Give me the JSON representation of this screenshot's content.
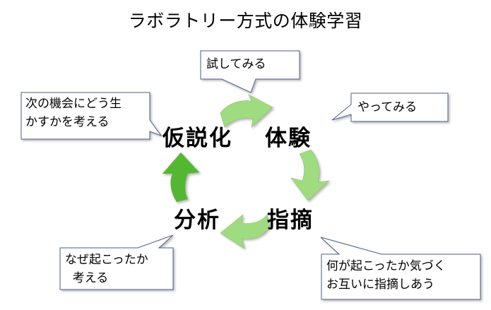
{
  "title": "ラボラトリー方式の体験学習",
  "stages": [
    {
      "id": "experience",
      "label": "体験"
    },
    {
      "id": "point-out",
      "label": "指摘"
    },
    {
      "id": "analysis",
      "label": "分析"
    },
    {
      "id": "hypothesis",
      "label": "仮説化"
    }
  ],
  "callouts": [
    {
      "id": "try",
      "lines": [
        "試してみる"
      ]
    },
    {
      "id": "do",
      "lines": [
        "やってみる"
      ]
    },
    {
      "id": "next",
      "lines": [
        "次の機会にどう生",
        "かすかを考える"
      ]
    },
    {
      "id": "why",
      "lines": [
        "なぜ起こったか",
        "  考える"
      ]
    },
    {
      "id": "notice",
      "lines": [
        "何が起こったか気づく",
        "お互いに指摘しあう"
      ]
    }
  ],
  "colors": {
    "arrow_light": "#9fdc7f",
    "arrow_dark": "#52b733",
    "callout_border": "#4a5f8a",
    "callout_shadow": "#c0c0c0"
  }
}
